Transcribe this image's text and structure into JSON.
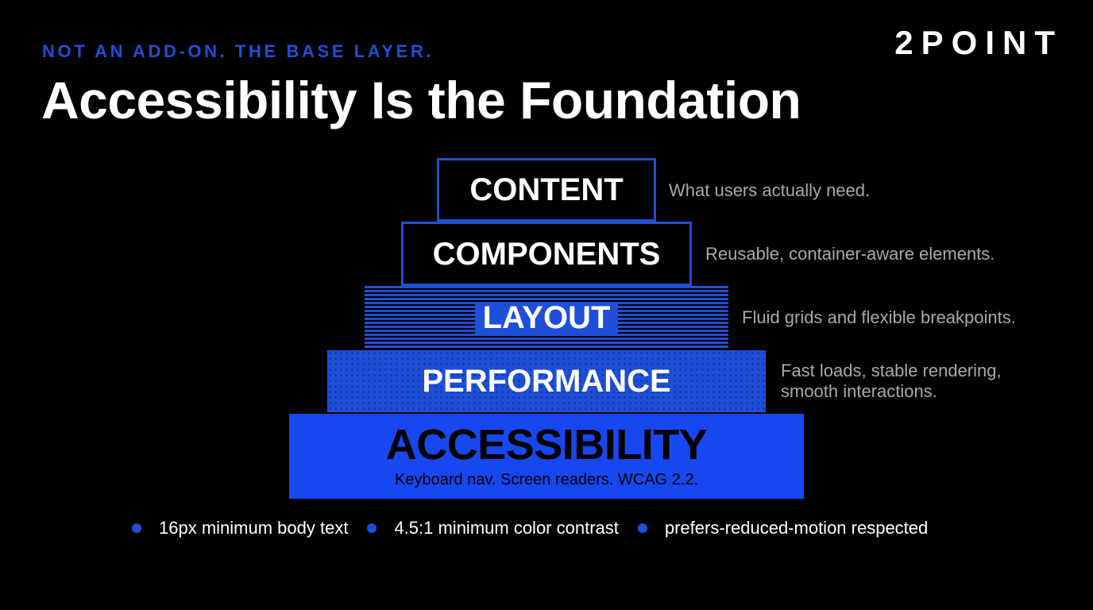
{
  "slide": {
    "eyebrow": "NOT AN ADD-ON. THE BASE LAYER.",
    "logo": "2POINT",
    "title": "Accessibility Is the Foundation"
  },
  "pyramid": {
    "content": {
      "label": "CONTENT",
      "description": "What users actually need."
    },
    "components": {
      "label": "COMPONENTS",
      "description": "Reusable, container-aware elements."
    },
    "layout": {
      "label": "LAYOUT",
      "description": "Fluid grids and flexible breakpoints."
    },
    "performance": {
      "label": "PERFORMANCE",
      "description": "Fast loads, stable rendering, smooth interactions."
    },
    "accessibility": {
      "label": "ACCESSIBILITY",
      "sublabel": "Keyboard nav. Screen readers. WCAG 2.2."
    }
  },
  "bullets": [
    "16px minimum body text",
    "4.5:1 minimum color contrast",
    "prefers-reduced-motion respected"
  ],
  "colors": {
    "background": "#000000",
    "accent": "#1f4fd8",
    "text": "#ffffff",
    "muted": "#a9a9a9"
  }
}
